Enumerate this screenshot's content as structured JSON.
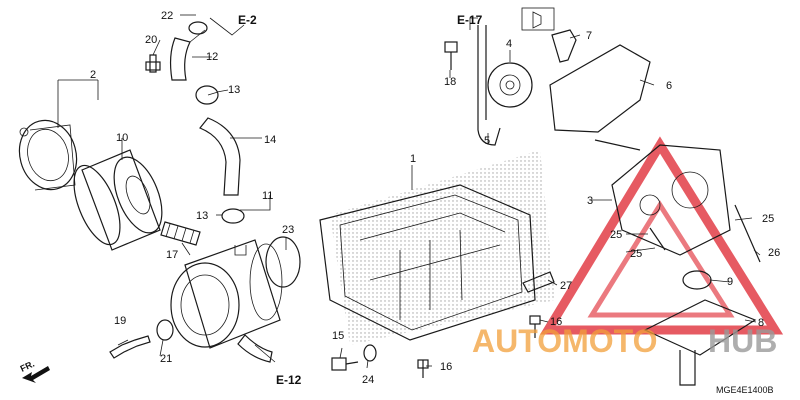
{
  "diagram": {
    "catalog_code": "MGE4E1400B",
    "front_indicator": "FR.",
    "references": {
      "e2": "E-2",
      "e17": "E-17",
      "e12": "E-12"
    },
    "callouts": {
      "c1": "1",
      "c2": "2",
      "c3": "3",
      "c4": "4",
      "c5": "5",
      "c6": "6",
      "c7": "7",
      "c8": "8",
      "c9": "9",
      "c10": "10",
      "c11": "11",
      "c12": "12",
      "c13a": "13",
      "c13b": "13",
      "c14": "14",
      "c15": "15",
      "c16a": "16",
      "c16b": "16",
      "c17": "17",
      "c18": "18",
      "c19": "19",
      "c20": "20",
      "c21": "21",
      "c22": "22",
      "c23": "23",
      "c24": "24",
      "c25a": "25",
      "c25b": "25",
      "c25c": "25",
      "c26": "26",
      "c27": "27"
    },
    "watermark": {
      "part1": "AUTOMOTO",
      "part2": "HUB",
      "colors": {
        "orange": "#f2a03a",
        "gray": "#9a9a9a",
        "red": "#e0313b"
      }
    }
  }
}
